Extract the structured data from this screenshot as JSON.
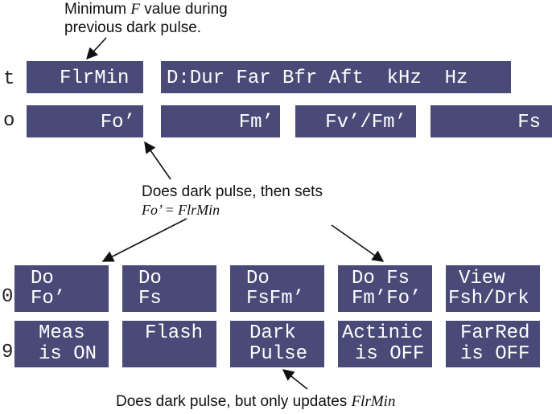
{
  "annotations": {
    "top_line1": "Minimum",
    "top_var": "F",
    "top_line1_rest": "value during",
    "top_line2": "previous dark pulse.",
    "mid_line1": "Does dark pulse, then sets",
    "mid_line2": "Fo’ = FlrMin",
    "bottom_prefix": "Does dark pulse, but only updates",
    "bottom_var": "FlrMin"
  },
  "row_labels": {
    "row1": "t",
    "row2": "o",
    "row3": "0",
    "row4": "9"
  },
  "display": {
    "row1_bar1": "FlrMin",
    "row1_bar2": "D:Dur Far Bfr Aft  kHz  Hz",
    "row2": [
      "Fo’",
      "Fm’",
      "Fv’/Fm’",
      "Fs"
    ]
  },
  "keys_row1": [
    {
      "line1": "Do",
      "line2": "Fo’"
    },
    {
      "line1": "Do",
      "line2": "Fs"
    },
    {
      "line1": "Do",
      "line2": "FsFm’"
    },
    {
      "line1": "Do Fs",
      "line2": "Fm’Fo’"
    },
    {
      "line1": "View",
      "line2": "Fsh/Drk"
    }
  ],
  "keys_row2": [
    {
      "line1": "Meas",
      "line2": "is ON"
    },
    {
      "line1": "Flash",
      "line2": ""
    },
    {
      "line1": "Dark",
      "line2": "Pulse"
    },
    {
      "line1": "Actinic",
      "line2": "is OFF"
    },
    {
      "line1": "FarRed",
      "line2": "is OFF"
    }
  ],
  "colors": {
    "bar": "#4a4a78",
    "text": "#ffffff"
  }
}
